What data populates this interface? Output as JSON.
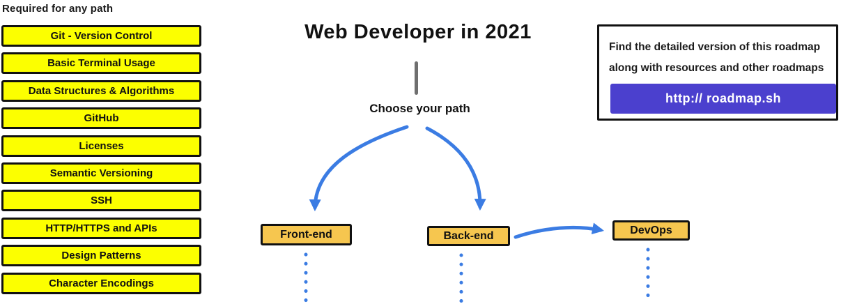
{
  "page": {
    "title": "Web Developer in 2021",
    "choose_path_label": "Choose your path"
  },
  "required_section": {
    "header": "Required for any path",
    "items": [
      "Git - Version Control",
      "Basic Terminal Usage",
      "Data Structures & Algorithms",
      "GitHub",
      "Licenses",
      "Semantic Versioning",
      "SSH",
      "HTTP/HTTPS and APIs",
      "Design Patterns",
      "Character Encodings"
    ]
  },
  "paths": [
    {
      "label": "Front-end"
    },
    {
      "label": "Back-end"
    },
    {
      "label": "DevOps"
    }
  ],
  "info_box": {
    "line1": "Find the detailed version of this roadmap",
    "line2": "along with resources and other roadmaps",
    "button_label": "http:// roadmap.sh"
  },
  "colors": {
    "topic_yellow": "#fcff00",
    "path_amber": "#f6c64f",
    "arrow_blue": "#3b7ce3",
    "button_purple": "#4b40ce",
    "stem_gray": "#6f6f6f",
    "border_black": "#111111"
  }
}
